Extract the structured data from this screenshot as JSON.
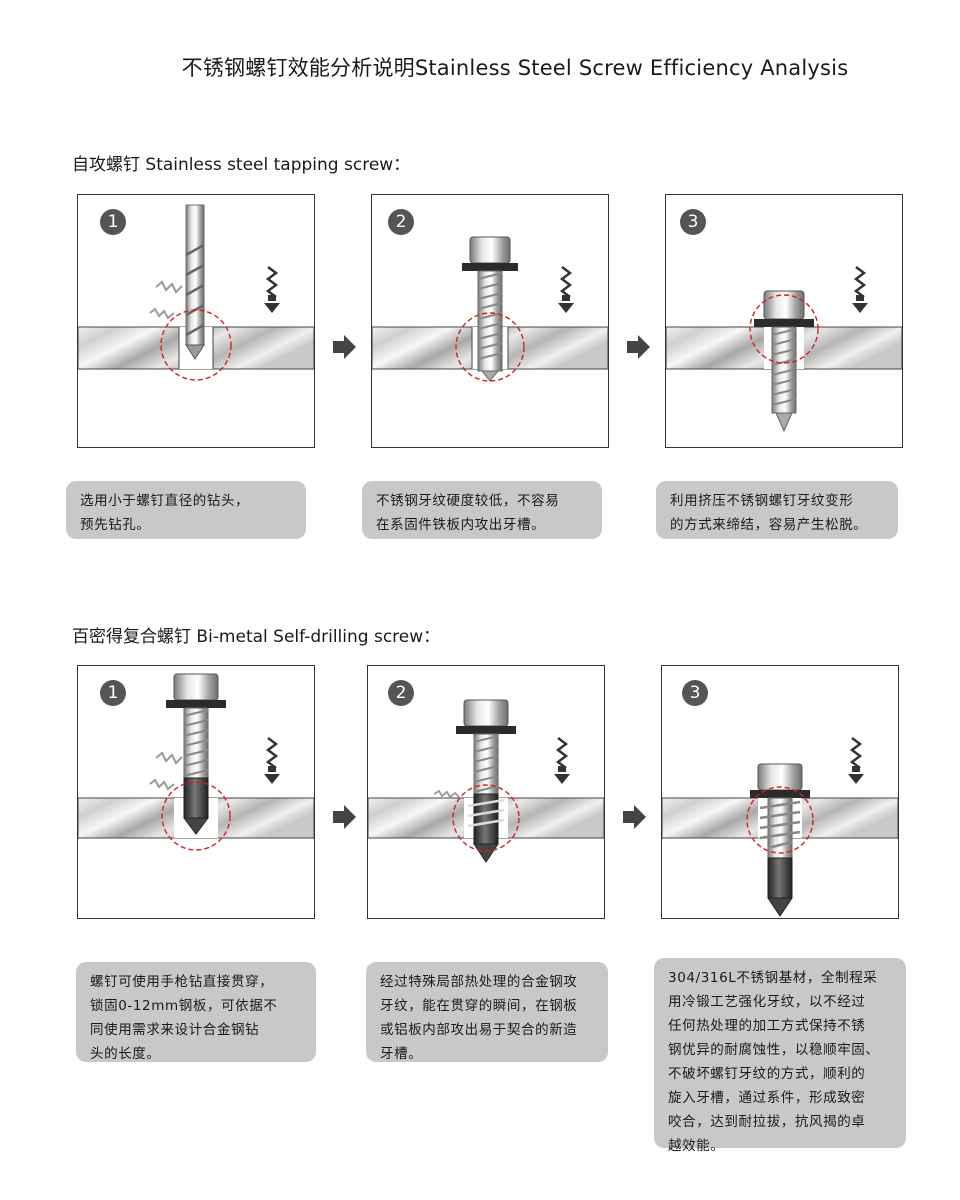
{
  "title": "不锈钢螺钉效能分析说明Stainless Steel Screw Efficiency Analysis",
  "sections": [
    {
      "heading": "自攻螺钉  Stainless steel tapping screw：",
      "steps": [
        {
          "number": "1",
          "note": [
            "选用小于螺钉直径的钻头，",
            "预先钻孔。"
          ]
        },
        {
          "number": "2",
          "note": [
            "不锈钢牙纹硬度较低，不容易",
            "在系固件铁板内攻出牙槽。"
          ]
        },
        {
          "number": "3",
          "note": [
            "利用挤压不锈钢螺钉牙纹变形",
            "的方式来缔结，容易产生松脱。"
          ]
        }
      ]
    },
    {
      "heading": "百密得复合螺钉  Bi-metal Self-drilling screw：",
      "steps": [
        {
          "number": "1",
          "note": [
            "螺钉可使用手枪钻直接贯穿，",
            "锁固0-12mm钢板，可依据不",
            "同使用需求来设计合金钢钻",
            "头的长度。"
          ]
        },
        {
          "number": "2",
          "note": [
            "经过特殊局部热处理的合金钢攻",
            "牙纹，能在贯穿的瞬间，在钢板",
            "或铝板内部攻出易于契合的新造",
            "牙槽。"
          ]
        },
        {
          "number": "3",
          "note": [
            "304/316L不锈钢基材，全制程采",
            "用冷锻工艺强化牙纹，以不经过",
            "任何热处理的加工方式保持不锈",
            "钢优异的耐腐蚀性，以稳顺牢固、",
            "不破坏螺钉牙纹的方式，顺利的",
            "旋入牙槽，通过系件，形成致密",
            "咬合，达到耐拉拔，抗风揭的卓",
            "越效能。"
          ]
        }
      ]
    }
  ],
  "colors": {
    "plate_light": "#eeeeee",
    "plate_dark": "#8a8a8a",
    "circle": "#d42020",
    "badge": "#555555",
    "note_bg": "#c8c8c8",
    "screw_steel": "#b8b8b8",
    "drill_tip": "#444444"
  },
  "icons": [
    "step-number-badge",
    "rotation-direction-icon",
    "next-step-arrow-icon"
  ]
}
